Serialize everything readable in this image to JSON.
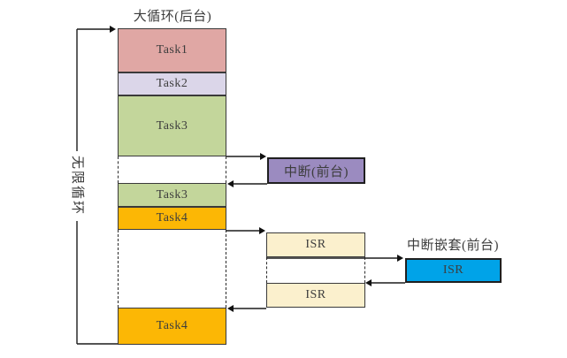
{
  "diagram": {
    "background_loop": {
      "title": "大循环(后台)",
      "loop_label": "无限循环",
      "blocks": [
        {
          "label": "Task1",
          "color": "#E0A7A4"
        },
        {
          "label": "Task2",
          "color": "#DBD6E9"
        },
        {
          "label": "Task3",
          "color": "#C3D69B"
        },
        {
          "label": "Task3",
          "color": "#C3D69B"
        },
        {
          "label": "Task4",
          "color": "#FCB705"
        },
        {
          "label": "Task4",
          "color": "#FCB705"
        }
      ]
    },
    "foreground": {
      "interrupt": {
        "label": "中断(前台)",
        "color": "#9B8BC0"
      },
      "isr_blocks": [
        {
          "label": "ISR",
          "color": "#FBF0CD"
        },
        {
          "label": "ISR",
          "color": "#FBF0CD"
        }
      ],
      "nested_interrupt": {
        "title": "中断嵌套(前台)",
        "label": "ISR",
        "color": "#00A3E8"
      }
    }
  }
}
